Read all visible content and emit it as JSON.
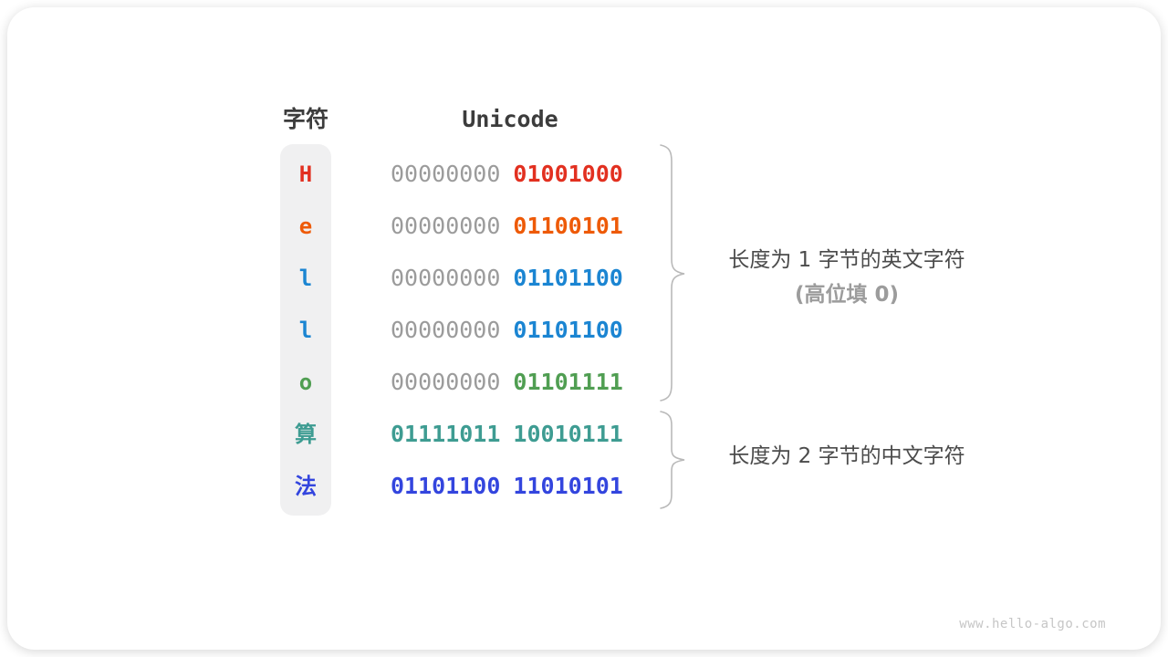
{
  "header": {
    "char_label": "字符",
    "unicode_label": "Unicode"
  },
  "rows": [
    {
      "char": "H",
      "color": "#e23020",
      "byte1": "00000000",
      "byte2": "01001000",
      "byte1_gray": true
    },
    {
      "char": "e",
      "color": "#ee5a07",
      "byte1": "00000000",
      "byte2": "01100101",
      "byte1_gray": true
    },
    {
      "char": "l",
      "color": "#1b85d2",
      "byte1": "00000000",
      "byte2": "01101100",
      "byte1_gray": true
    },
    {
      "char": "l",
      "color": "#1b85d2",
      "byte1": "00000000",
      "byte2": "01101100",
      "byte1_gray": true
    },
    {
      "char": "o",
      "color": "#509e52",
      "byte1": "00000000",
      "byte2": "01101111",
      "byte1_gray": true
    },
    {
      "char": "算",
      "color": "#3e9c92",
      "byte1": "01111011",
      "byte2": "10010111",
      "byte1_gray": false
    },
    {
      "char": "法",
      "color": "#3345de",
      "byte1": "01101100",
      "byte2": "11010101",
      "byte1_gray": false
    }
  ],
  "annotations": {
    "group1_line1": "长度为 1 字节的英文字符",
    "group1_line2": "(高位填 0)",
    "group2_line1": "长度为 2 字节的中文字符"
  },
  "watermark": "www.hello-algo.com",
  "colors": {
    "gray_bits": "#9b9b9b",
    "header_text": "#3c3c3c",
    "annotation_dark": "#4b4b4b",
    "annotation_light": "#9c9c9c",
    "brace": "#b9b9b9",
    "pill_background": "#f0f0f1",
    "watermark": "#c6c6c6"
  }
}
